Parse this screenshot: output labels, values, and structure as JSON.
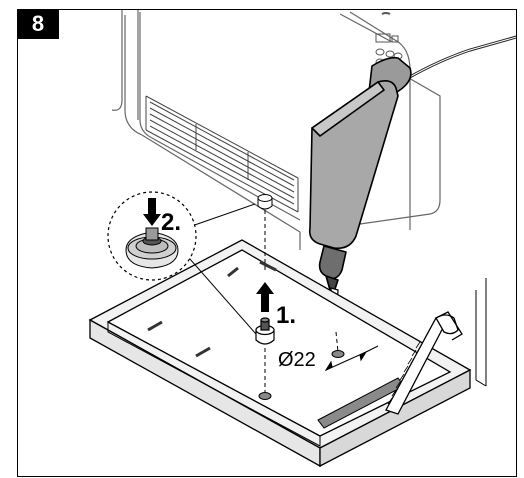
{
  "figure": {
    "number": "8",
    "step1": "1.",
    "step2": "2.",
    "dimension": "Ø22"
  },
  "icons": [
    "appliance",
    "drill",
    "cabinet-frame",
    "foot-pad",
    "saw",
    "arrow-up",
    "arrow-down"
  ],
  "colors": {
    "line": "#000000",
    "fill_light": "#e6e6e6",
    "fill_mid": "#b4b4b4",
    "fill_dark": "#888888",
    "background": "#ffffff"
  }
}
